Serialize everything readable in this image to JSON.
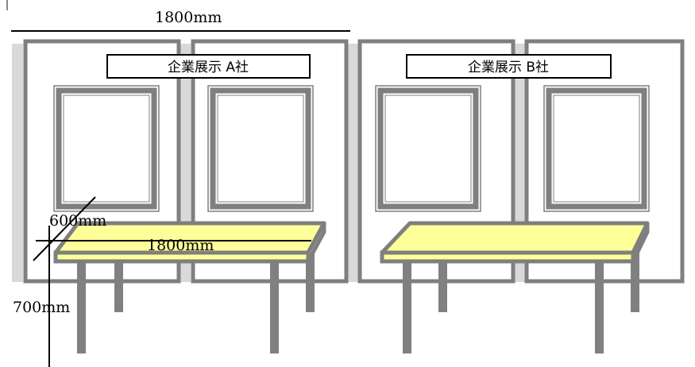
{
  "booths": [
    {
      "sign": "企業展示  A社"
    },
    {
      "sign": "企業展示  B社"
    }
  ],
  "dimensions": {
    "panel_width": "1800mm",
    "table_depth": "600mm",
    "table_width": "1800mm",
    "table_height": "700mm"
  },
  "colors": {
    "panel_frame": "#7f7f7f",
    "panel_edge": "#d9d9d9",
    "table_top": "#ffff99",
    "table_legs": "#808080"
  }
}
